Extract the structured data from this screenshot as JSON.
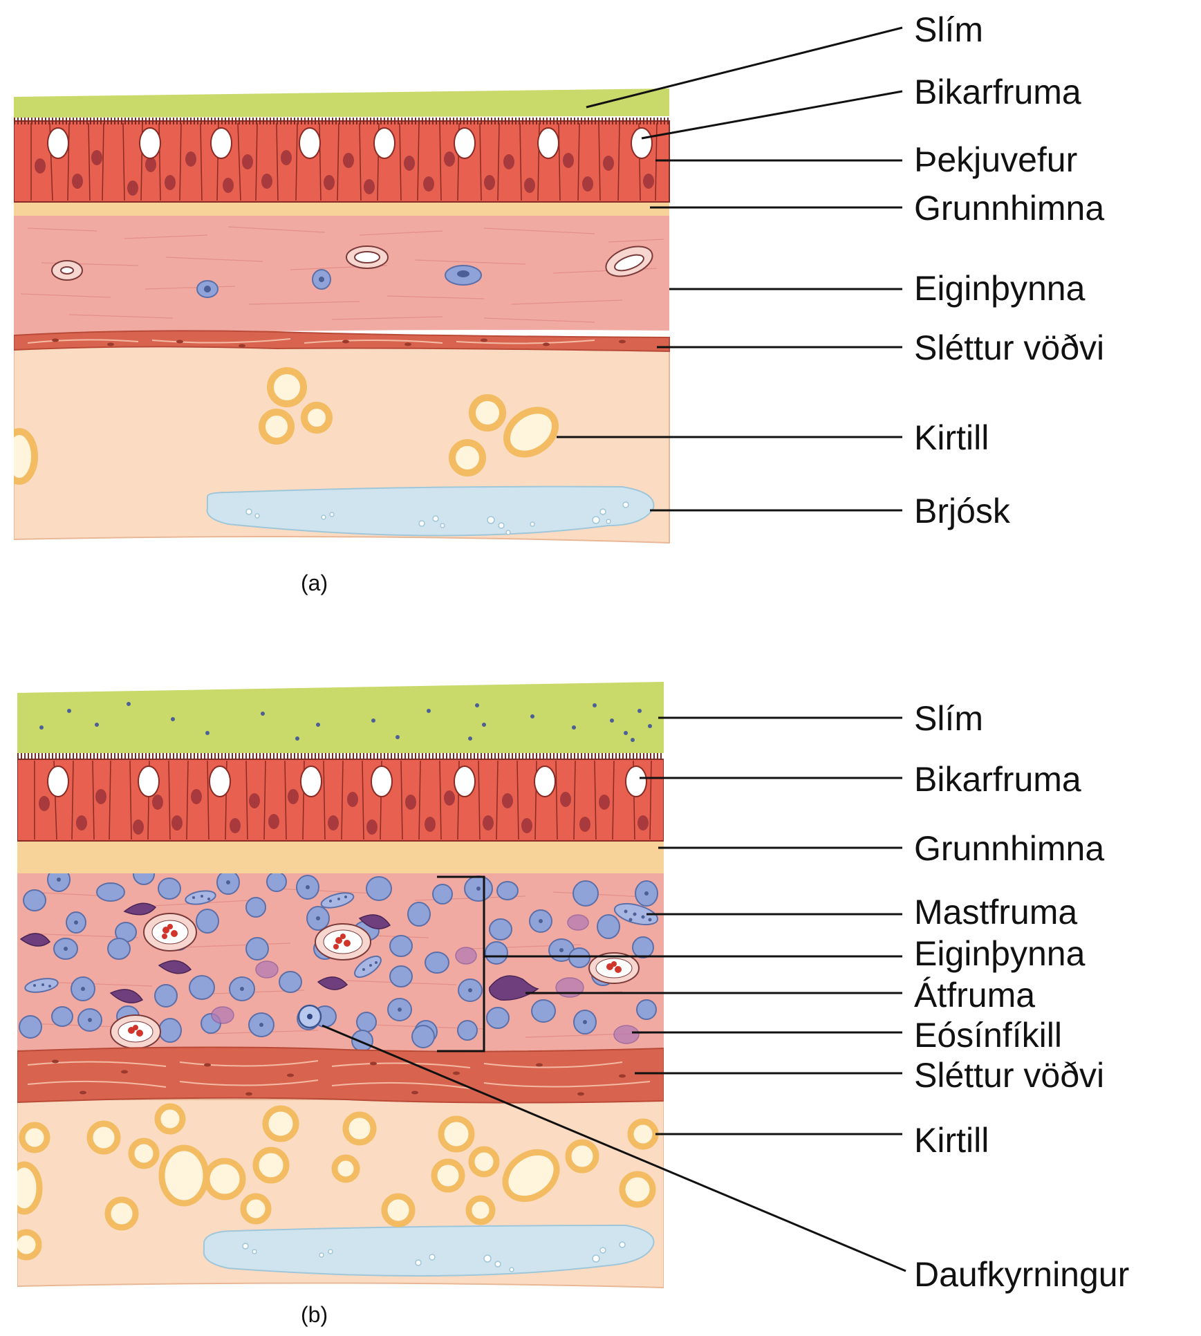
{
  "colors": {
    "mucus": "#c9d96a",
    "epithelium": "#e8604f",
    "cell_nucleus": "#a83a3d",
    "goblet": "#ffffff",
    "basement": "#f7d39a",
    "lamina": "#f0aaa2",
    "smooth_muscle": "#d8644f",
    "submucosa": "#fbdcc3",
    "gland": "#f6c77a",
    "cartilage": "#cfe4ee",
    "immune_cell": "#8fa3d9",
    "macrophage": "#6e3f7c"
  },
  "panel_a": {
    "caption": "(a)",
    "labels": {
      "slim": "Slím",
      "bikarfruma": "Bikarfruma",
      "thekjuvefur": "Þekjuvefur",
      "grunnhimna": "Grunnhimna",
      "eiginthynna": "Eiginþynna",
      "slettur_vodvi": "Sléttur vöðvi",
      "kirtill": "Kirtill",
      "brjosk": "Brjósk"
    }
  },
  "panel_b": {
    "caption": "(b)",
    "labels": {
      "slim": "Slím",
      "bikarfruma": "Bikarfruma",
      "grunnhimna": "Grunnhimna",
      "mastfruma": "Mastfruma",
      "eiginthynna": "Eiginþynna",
      "atfruma": "Átfruma",
      "eosinfikill": "Eósínfíkill",
      "slettur_vodvi": "Sléttur vöðvi",
      "kirtill": "Kirtill",
      "daufkyrningur": "Daufkyrningur"
    }
  }
}
